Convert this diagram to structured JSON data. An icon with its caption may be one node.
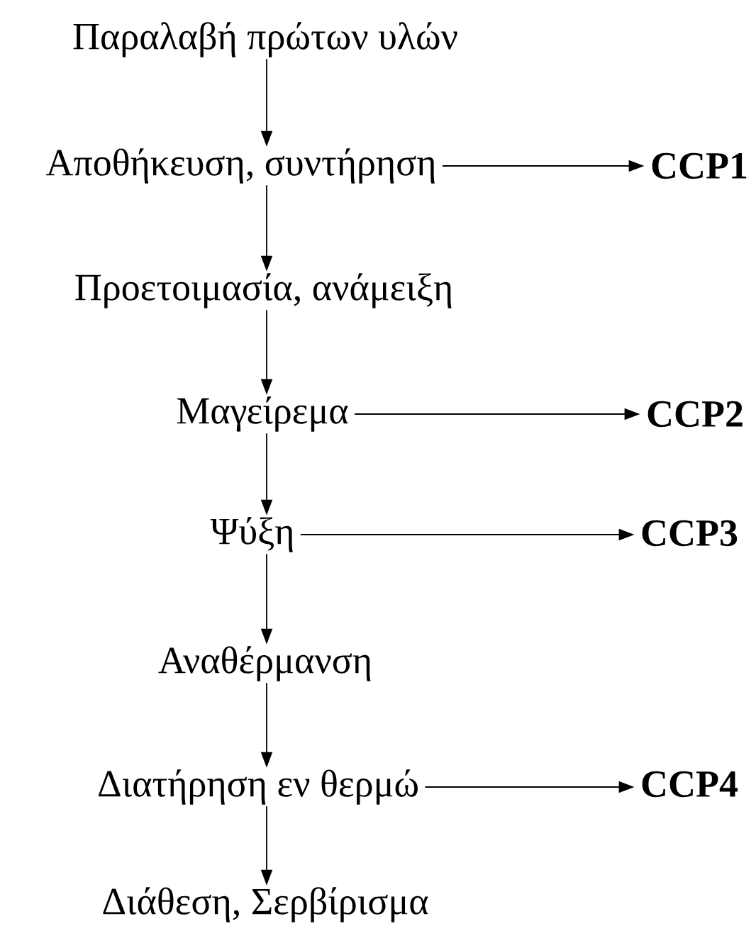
{
  "diagram": {
    "nodes": [
      {
        "text": [
          "Παραλαβή πρώτων υλών"
        ]
      },
      {
        "text": [
          "Αποθήκευση, συντήρηση"
        ]
      },
      {
        "text": [
          "Προετοιμασία, ανάμειξη"
        ]
      },
      {
        "text": [
          "Μαγείρεμα"
        ]
      },
      {
        "text": [
          "Ψύξη"
        ]
      },
      {
        "text": [
          "Αναθέρμανση"
        ]
      },
      {
        "text": [
          "Διατήρηση εν θερμώ"
        ]
      },
      {
        "text": [
          "Διάθεση, Σερβίρισμα"
        ]
      },
      {
        "text": [
          "**CCP1**"
        ]
      },
      {
        "text": [
          "**CCP2**"
        ]
      },
      {
        "text": [
          "**CCP3**"
        ]
      },
      {
        "text": [
          "**CCP4**"
        ]
      }
    ],
    "edges": [
      {
        "from": 0,
        "to": 1,
        "arrow": "to"
      },
      {
        "from": 1,
        "to": 2,
        "arrow": "to"
      },
      {
        "from": 2,
        "to": 3,
        "arrow": "to"
      },
      {
        "from": 3,
        "to": 4,
        "arrow": "to"
      },
      {
        "from": 4,
        "to": 5,
        "arrow": "to"
      },
      {
        "from": 5,
        "to": 6,
        "arrow": "to"
      },
      {
        "from": 6,
        "to": 7,
        "arrow": "to"
      },
      {
        "from": 1,
        "to": 8,
        "arrow": "to"
      },
      {
        "from": 3,
        "to": 9,
        "arrow": "to"
      },
      {
        "from": 4,
        "to": 10,
        "arrow": "to"
      },
      {
        "from": 6,
        "to": 11,
        "arrow": "to"
      }
    ]
  }
}
